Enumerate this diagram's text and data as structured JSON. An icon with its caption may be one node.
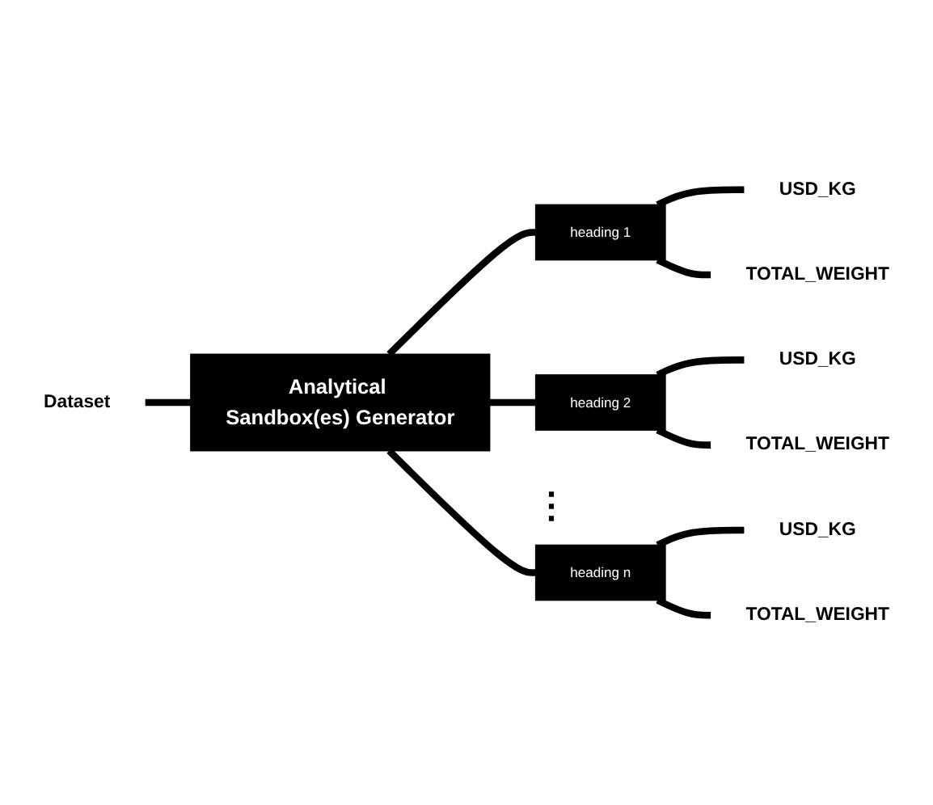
{
  "diagram": {
    "nodes": [
      {
        "text": [
          "Dataset"
        ]
      },
      {
        "text": [
          "Analytical Sandbox(es) Generator"
        ]
      },
      {
        "text": [
          "heading 1"
        ]
      },
      {
        "text": [
          "USD_KG"
        ]
      },
      {
        "text": [
          "TOTAL_WEIGHT"
        ]
      },
      {
        "text": [
          "heading 2"
        ]
      },
      {
        "text": [
          "USD_KG"
        ]
      },
      {
        "text": [
          "TOTAL_WEIGHT"
        ]
      },
      {
        "text": [
          "heading n"
        ]
      },
      {
        "text": [
          "USD_KG"
        ]
      },
      {
        "text": [
          "TOTAL_WEIGHT"
        ]
      }
    ],
    "edges": [
      {
        "from": 0,
        "to": 1,
        "arrow": "none"
      },
      {
        "from": 1,
        "to": 2,
        "arrow": "none"
      },
      {
        "from": 2,
        "to": 3,
        "arrow": "none"
      },
      {
        "from": 2,
        "to": 4,
        "arrow": "none"
      },
      {
        "from": 1,
        "to": 5,
        "arrow": "none"
      },
      {
        "from": 5,
        "to": 6,
        "arrow": "none"
      },
      {
        "from": 5,
        "to": 7,
        "arrow": "none"
      },
      {
        "from": 1,
        "to": 8,
        "arrow": "none"
      },
      {
        "from": 8,
        "to": 9,
        "arrow": "none"
      },
      {
        "from": 8,
        "to": 10,
        "arrow": "none"
      }
    ],
    "labels": [
      "⋮"
    ]
  }
}
